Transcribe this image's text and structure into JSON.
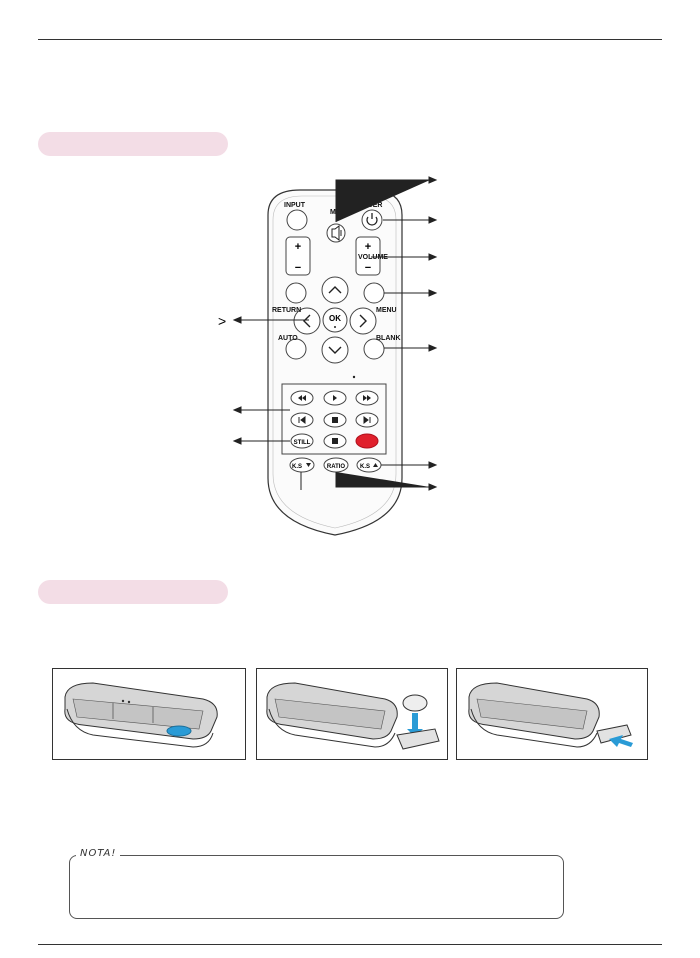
{
  "remote": {
    "labels": {
      "input": "INPUT",
      "power": "POWER",
      "mute": "MUTE",
      "volume": "VOLUME",
      "return": "RETURN",
      "menu": "MENU",
      "auto": "AUTO",
      "blank": "BLANK",
      "ok": "OK",
      "still": "STILL",
      "ratio": "RATIO",
      "keystone_down": "K.S",
      "keystone_up": "K.S"
    },
    "accent_color": "#e0202c"
  },
  "callout_marker": ">",
  "note": {
    "label": "NOTA!"
  }
}
